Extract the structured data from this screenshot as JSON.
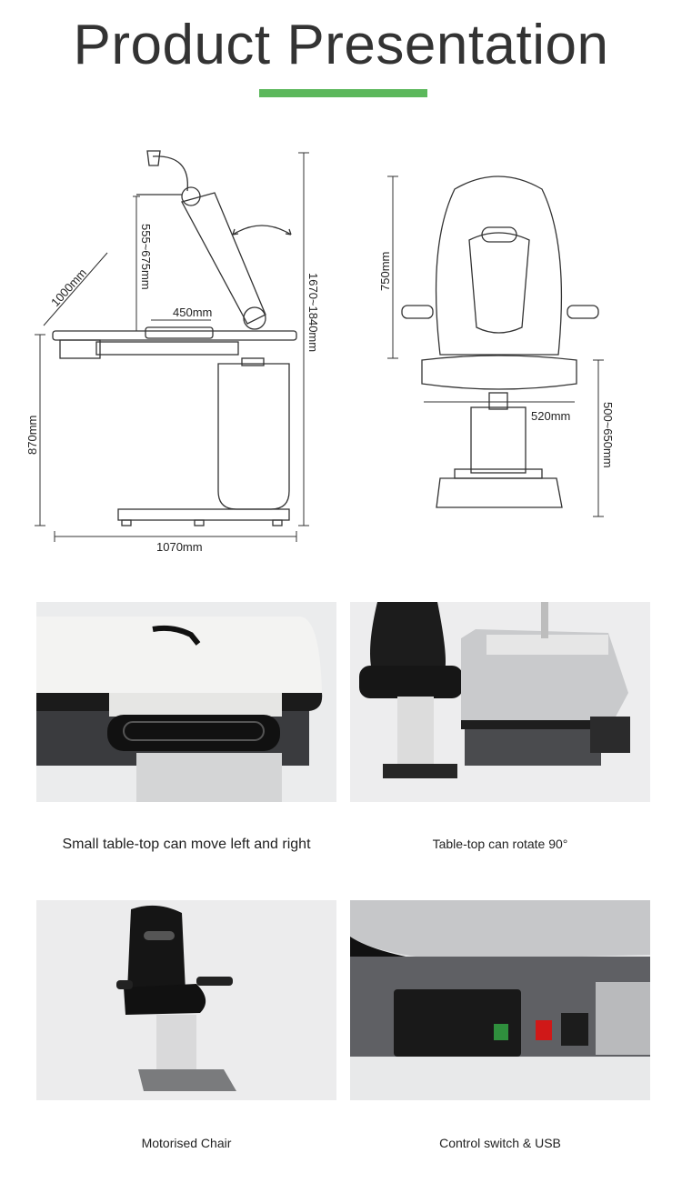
{
  "header": {
    "title": "Product Presentation",
    "accent_color": "#5cb85c"
  },
  "diagram": {
    "table_dims": {
      "depth": "1000mm",
      "arm_height": "555~675mm",
      "small_top": "450mm",
      "total_height": "1670~1840mm",
      "table_height": "870mm",
      "width": "1070mm"
    },
    "chair_dims": {
      "back_height": "750mm",
      "seat_width": "520mm",
      "seat_height": "500~650mm"
    }
  },
  "features": [
    {
      "caption": "Small table-top can move left and right"
    },
    {
      "caption": "Table-top can rotate 90°"
    },
    {
      "caption": "Motorised Chair"
    },
    {
      "caption": "Control switch & USB"
    }
  ]
}
